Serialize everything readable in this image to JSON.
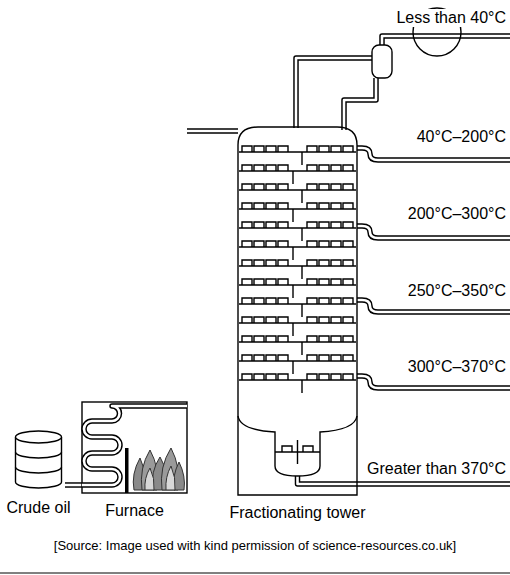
{
  "diagram": {
    "caption": "[Source: Image used with kind permission of science-resources.co.uk]",
    "nodes": [
      {
        "text": [
          "Crude oil"
        ]
      },
      {
        "text": [
          "Furnace"
        ]
      },
      {
        "text": [
          "Fractionating tower"
        ]
      }
    ],
    "edges": [
      {
        "from": 0,
        "to": 1,
        "arrow": "none"
      },
      {
        "from": 1,
        "to": 2,
        "arrow": "none"
      }
    ],
    "labels": [
      "Less than 40°C",
      "40°C–200°C",
      "200°C–300°C",
      "250°C–350°C",
      "300°C–370°C",
      "Greater than 370°C"
    ]
  }
}
